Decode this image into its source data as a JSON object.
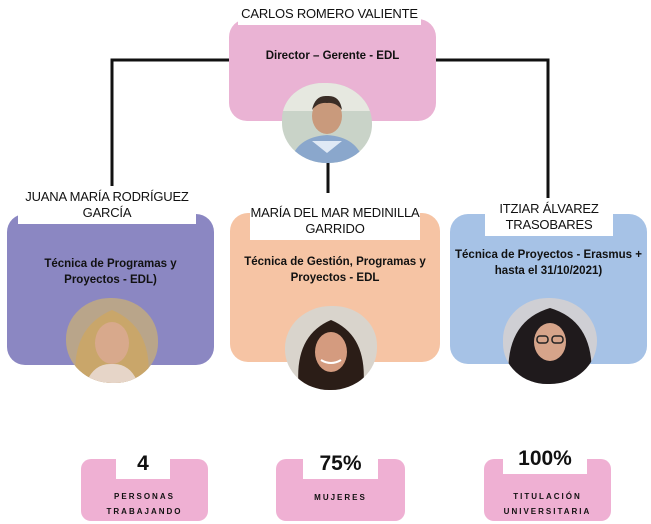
{
  "director": {
    "name": "CARLOS ROMERO VALIENTE",
    "role": "Director – Gerente - EDL",
    "color": "#eab3d4",
    "photo_icon": "person-photo-icon"
  },
  "staff": [
    {
      "name_line1": "JUANA MARÍA RODRÍGUEZ",
      "name_line2": "GARCÍA",
      "role_line1": "Técnica de Programas y",
      "role_line2": "Proyectos - EDL)",
      "color": "#8b87c2"
    },
    {
      "name_line1": "MARÍA DEL MAR MEDINILLA",
      "name_line2": "GARRIDO",
      "role_line1": "Técnica de Gestión, Programas y",
      "role_line2": "Proyectos - EDL",
      "color": "#f6c4a4"
    },
    {
      "name_line1": "ITZIAR ÁLVAREZ",
      "name_line2": "TRASOBARES",
      "role_line1": "Técnica de Proyectos - Erasmus +",
      "role_line2": "hasta el 31/10/2021)",
      "color": "#a6c2e6"
    }
  ],
  "stats": [
    {
      "value": "4",
      "label_line1": "PERSONAS",
      "label_line2": "TRABAJANDO"
    },
    {
      "value": "75%",
      "label_line1": "MUJERES",
      "label_line2": ""
    },
    {
      "value": "100%",
      "label_line1": "TITULACIÓN",
      "label_line2": "UNIVERSITARIA"
    }
  ],
  "colors": {
    "connector": "#111111",
    "stat_box": "#efb0d3"
  }
}
